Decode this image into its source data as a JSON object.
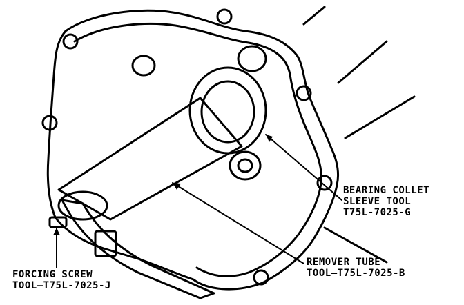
{
  "labels": {
    "bearing_collet": {
      "line1": "BEARING COLLET",
      "line2": "SLEEVE TOOL",
      "line3": "T75L-7025-G"
    },
    "remover_tube": {
      "line1": "REMOVER TUBE",
      "line2": "TOOL—T75L-7025-B"
    },
    "forcing_screw": {
      "line1": "FORCING SCREW",
      "line2": "TOOL—T75L-7025-J"
    }
  },
  "colors": {
    "ink": "#000000",
    "paper": "#ffffff"
  }
}
